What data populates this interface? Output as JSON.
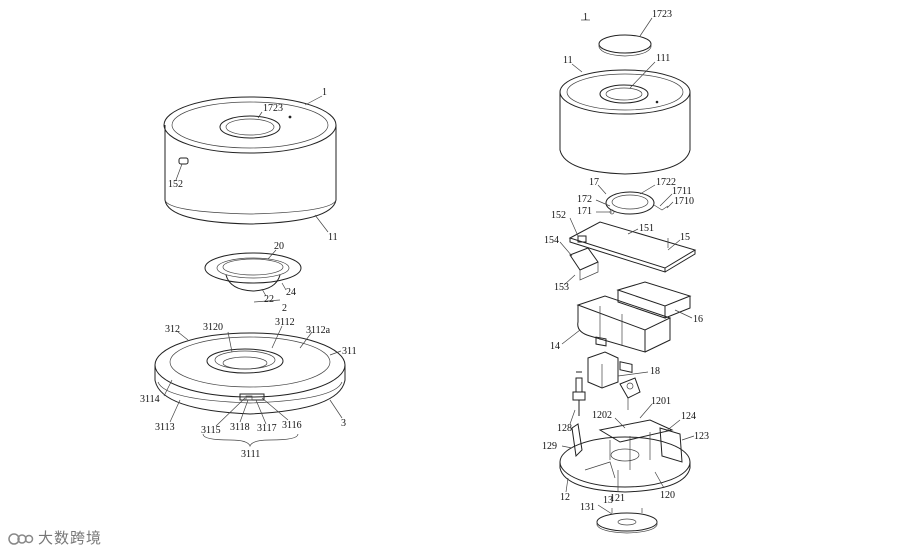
{
  "labels": {
    "l1": "1",
    "l1723": "1723",
    "l152": "152",
    "l11": "11",
    "l20": "20",
    "l22": "22",
    "l24": "24",
    "l2": "2",
    "l312": "312",
    "l3120": "3120",
    "l3112": "3112",
    "l3112a": "3112a",
    "l311": "311",
    "l3114": "3114",
    "l3113": "3113",
    "l3115": "3115",
    "l3118": "3118",
    "l3117": "3117",
    "l3116": "3116",
    "l3": "3",
    "l3111": "3111",
    "r1": "1",
    "r1723": "1723",
    "r11": "11",
    "r111": "111",
    "r17": "17",
    "r1722": "1722",
    "r172": "172",
    "r1711": "1711",
    "r171": "171",
    "r1710": "1710",
    "r152": "152",
    "r151": "151",
    "r15": "15",
    "r154": "154",
    "r153": "153",
    "r16": "16",
    "r14": "14",
    "r18": "18",
    "r128": "128",
    "r1202": "1202",
    "r1201": "1201",
    "r124": "124",
    "r123": "123",
    "r129": "129",
    "r12": "12",
    "r121": "121",
    "r120": "120",
    "r13": "13",
    "r131": "131"
  },
  "watermark": "大数跨境"
}
